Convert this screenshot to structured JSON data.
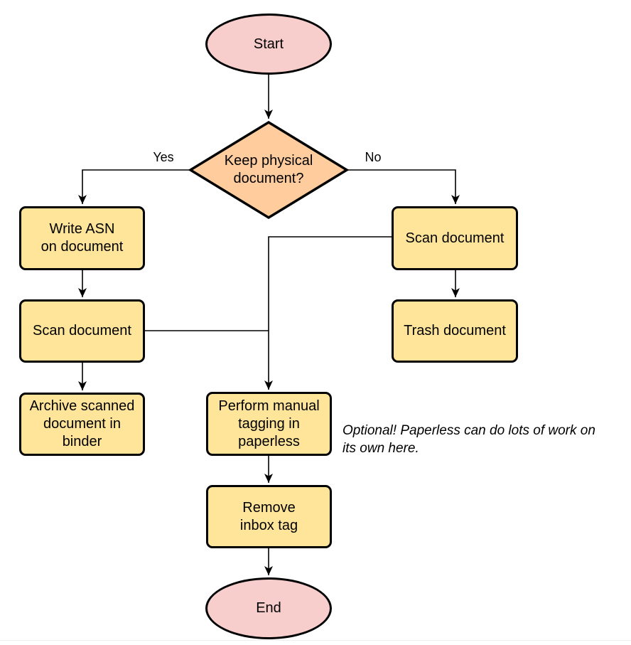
{
  "diagram": {
    "type": "flowchart",
    "nodes": {
      "start": {
        "shape": "ellipse",
        "label": "Start"
      },
      "decision": {
        "shape": "diamond",
        "label": "Keep physical\ndocument?"
      },
      "write_asn": {
        "shape": "rounded-rect",
        "label": "Write ASN\non document"
      },
      "scan_left": {
        "shape": "rounded-rect",
        "label": "Scan document"
      },
      "archive": {
        "shape": "rounded-rect",
        "label": "Archive scanned\ndocument in\nbinder"
      },
      "scan_right": {
        "shape": "rounded-rect",
        "label": "Scan document"
      },
      "trash": {
        "shape": "rounded-rect",
        "label": "Trash document"
      },
      "perform_tagging": {
        "shape": "rounded-rect",
        "label": "Perform manual\ntagging in\npaperless"
      },
      "remove_inbox": {
        "shape": "rounded-rect",
        "label": "Remove\ninbox tag"
      },
      "end": {
        "shape": "ellipse",
        "label": "End"
      }
    },
    "edges": [
      {
        "from": "start",
        "to": "decision",
        "label": ""
      },
      {
        "from": "decision",
        "to": "write_asn",
        "label": "Yes"
      },
      {
        "from": "decision",
        "to": "scan_right",
        "label": "No"
      },
      {
        "from": "write_asn",
        "to": "scan_left",
        "label": ""
      },
      {
        "from": "scan_left",
        "to": "archive",
        "label": ""
      },
      {
        "from": "scan_right",
        "to": "trash",
        "label": ""
      },
      {
        "from": "scan_right",
        "to": "perform_tagging",
        "label": ""
      },
      {
        "from": "scan_left",
        "to": "perform_tagging",
        "label": ""
      },
      {
        "from": "perform_tagging",
        "to": "remove_inbox",
        "label": ""
      },
      {
        "from": "remove_inbox",
        "to": "end",
        "label": ""
      }
    ],
    "annotation": "Optional! Paperless can do lots of work on\nits own here.",
    "colors": {
      "terminal_fill": "#f8cecc",
      "decision_fill": "#ffcc9e",
      "process_fill": "#ffe59a",
      "stroke": "#000000",
      "background": "#ffffff"
    }
  }
}
